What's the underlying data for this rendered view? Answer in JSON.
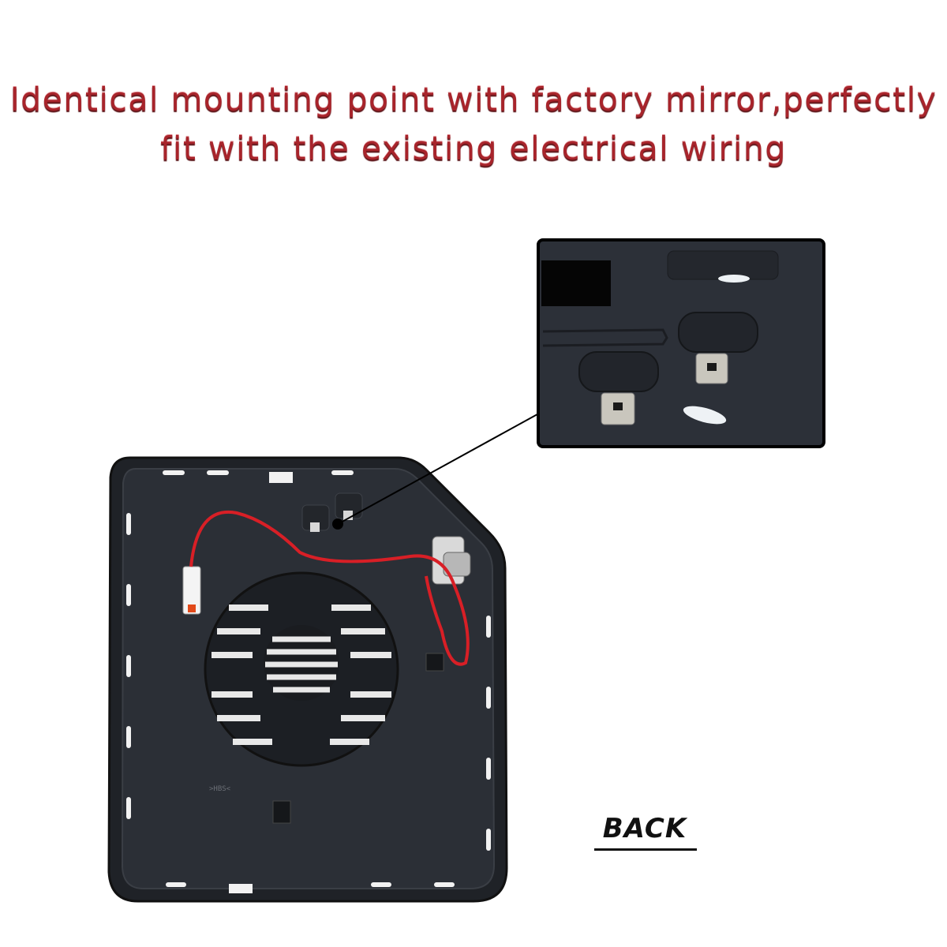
{
  "headline": {
    "line1": "Identical mounting point with factory mirror,perfectly",
    "line2": "fit with the existing electrical wiring",
    "color": "#a8242b"
  },
  "label": {
    "back": "BACK"
  },
  "product": {
    "name": "mirror-glass-backing-plate",
    "inset": "connector-terminals-closeup",
    "embossed_mark": ">HBS<",
    "plate_color": "#2a2d33",
    "wire_color": "#d81f26"
  }
}
